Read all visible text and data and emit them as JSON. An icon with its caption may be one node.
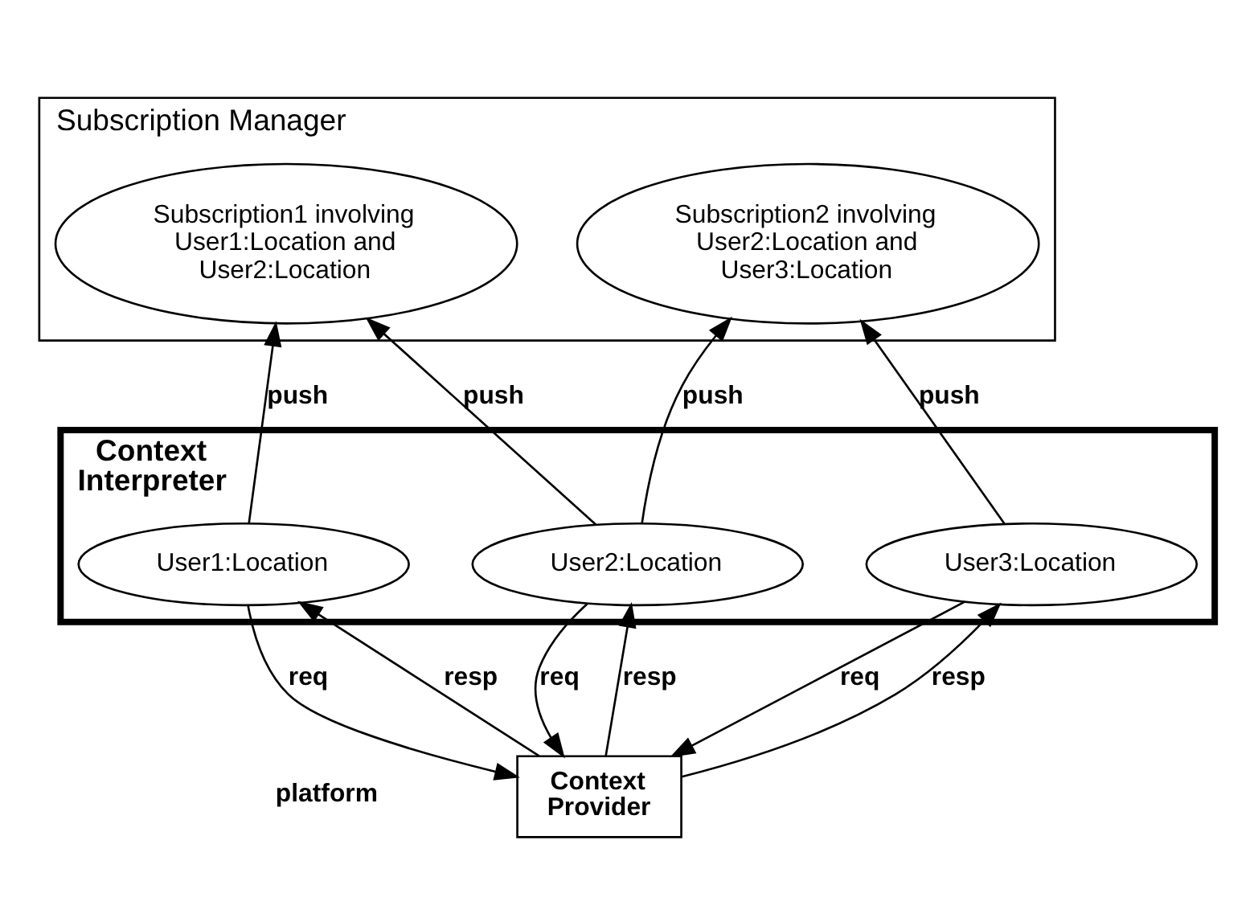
{
  "diagram": {
    "nodes": [
      {
        "text": [
          "Subscription Manager"
        ]
      },
      {
        "text": [
          "Subscription1 involving User1:Location and User2:Location"
        ],
        "in": 0
      },
      {
        "text": [
          "Subscription2 involving User2:Location and User3:Location"
        ],
        "in": 0
      },
      {
        "text": [
          "Context Interpreter"
        ]
      },
      {
        "text": [
          "User1:Location"
        ],
        "in": 3
      },
      {
        "text": [
          "User2:Location"
        ],
        "in": 3
      },
      {
        "text": [
          "User3:Location"
        ],
        "in": 3
      },
      {
        "text": [
          "Context Provider"
        ]
      }
    ],
    "edges": [
      {
        "from": 4,
        "to": 1,
        "arrow": "to",
        "label": "push"
      },
      {
        "from": 5,
        "to": 1,
        "arrow": "to",
        "label": "push"
      },
      {
        "from": 5,
        "to": 2,
        "arrow": "to",
        "label": "push"
      },
      {
        "from": 6,
        "to": 2,
        "arrow": "to",
        "label": "push"
      },
      {
        "from": 4,
        "to": 7,
        "arrow": "to",
        "label": "req"
      },
      {
        "from": 7,
        "to": 4,
        "arrow": "to",
        "label": "resp"
      },
      {
        "from": 5,
        "to": 7,
        "arrow": "to",
        "label": "req"
      },
      {
        "from": 7,
        "to": 5,
        "arrow": "to",
        "label": "resp"
      },
      {
        "from": 6,
        "to": 7,
        "arrow": "to",
        "label": "req"
      },
      {
        "from": 7,
        "to": 6,
        "arrow": "to",
        "label": "resp"
      }
    ],
    "labels": [
      "platform"
    ]
  }
}
